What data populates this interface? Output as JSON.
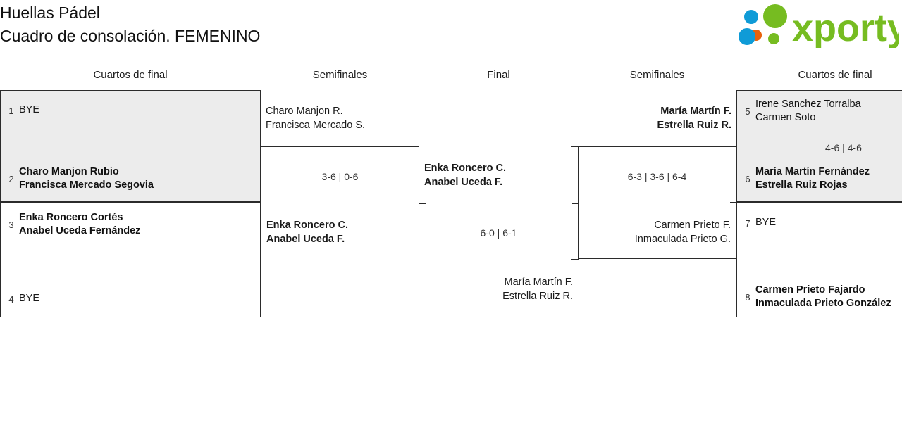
{
  "header": {
    "club": "Huellas Pádel",
    "subtitle": "Cuadro de consolación. FEMENINO",
    "logo_text": "xporty",
    "logo_colors": {
      "green": "#76bc21",
      "orange": "#e8620c",
      "blue": "#0f9bd7"
    }
  },
  "rounds": [
    {
      "label": "Cuartos de final"
    },
    {
      "label": "Semifinales"
    },
    {
      "label": "Final"
    },
    {
      "label": "Semifinales"
    },
    {
      "label": "Cuartos de final"
    }
  ],
  "left_quarterfinals": [
    {
      "top": {
        "seed": "1",
        "lines": [
          "BYE"
        ],
        "winner": false,
        "bye": true
      },
      "bottom": {
        "seed": "2",
        "lines": [
          "Charo Manjon Rubio",
          "Francisca Mercado Segovia"
        ],
        "winner": true,
        "bye": false
      },
      "score": ""
    },
    {
      "top": {
        "seed": "3",
        "lines": [
          "Enka Roncero Cortés",
          "Anabel Uceda Fernández"
        ],
        "winner": true,
        "bye": false
      },
      "bottom": {
        "seed": "4",
        "lines": [
          "BYE"
        ],
        "winner": false,
        "bye": true
      },
      "score": ""
    }
  ],
  "left_semifinal": {
    "top": {
      "lines": [
        "Charo Manjon R.",
        "Francisca Mercado S."
      ],
      "winner": false
    },
    "bottom": {
      "lines": [
        "Enka Roncero C.",
        "Anabel Uceda F."
      ],
      "winner": true
    },
    "score": "3-6 | 0-6"
  },
  "final": {
    "top": {
      "lines": [
        "Enka Roncero C.",
        "Anabel Uceda F."
      ],
      "winner": true
    },
    "bottom": {
      "lines": [
        "María Martín F.",
        "Estrella Ruiz R."
      ],
      "winner": false
    },
    "score": "6-0 | 6-1"
  },
  "right_semifinal": {
    "top": {
      "lines": [
        "María Martín F.",
        "Estrella Ruiz R."
      ],
      "winner": true
    },
    "bottom": {
      "lines": [
        "Carmen Prieto F.",
        "Inmaculada Prieto G."
      ],
      "winner": false
    },
    "score": "6-3 | 3-6 | 6-4"
  },
  "right_quarterfinals": [
    {
      "top": {
        "seed": "5",
        "lines": [
          "Irene Sanchez Torralba",
          "Carmen Soto"
        ],
        "winner": false,
        "bye": false
      },
      "bottom": {
        "seed": "6",
        "lines": [
          "María Martín Fernández",
          "Estrella Ruiz Rojas"
        ],
        "winner": true,
        "bye": false
      },
      "score": "4-6 | 4-6"
    },
    {
      "top": {
        "seed": "7",
        "lines": [
          "BYE"
        ],
        "winner": false,
        "bye": true
      },
      "bottom": {
        "seed": "8",
        "lines": [
          "Carmen Prieto Fajardo",
          "Inmaculada Prieto González"
        ],
        "winner": true,
        "bye": false
      },
      "score": ""
    }
  ]
}
